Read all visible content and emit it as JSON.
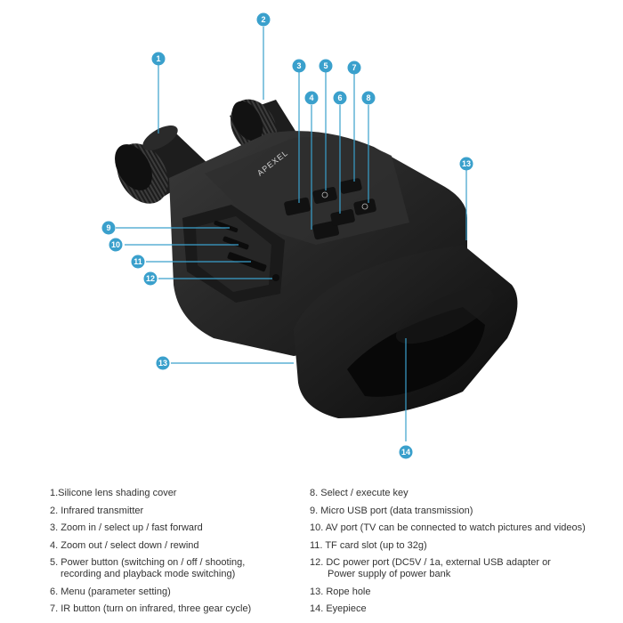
{
  "device": {
    "brand": "APEXEL"
  },
  "callouts": [
    "1",
    "2",
    "3",
    "4",
    "5",
    "6",
    "7",
    "8",
    "9",
    "10",
    "11",
    "12",
    "13",
    "13",
    "14"
  ],
  "legend": {
    "left": [
      "1.Silicone lens shading cover",
      "2. Infrared transmitter",
      "3. Zoom in / select up / fast forward",
      "4. Zoom out / select down / rewind",
      "5. Power button (switching on / off / shooting,",
      "recording and playback mode switching)",
      "6. Menu (parameter setting)",
      "7. IR button (turn on infrared, three gear cycle)"
    ],
    "right": [
      "8. Select / execute key",
      "9. Micro USB port (data transmission)",
      "10. AV port (TV can be connected to watch pictures and videos)",
      "11. TF card slot (up to 32g)",
      "12. DC power port (DC5V / 1a, external USB adapter or",
      "Power supply of power bank",
      "13. Rope hole",
      "14. Eyepiece"
    ]
  },
  "colors": {
    "callout": "#3aa0cc",
    "body": "#2a2a2a",
    "body_dark": "#161616",
    "line": "#3aa0cc"
  }
}
